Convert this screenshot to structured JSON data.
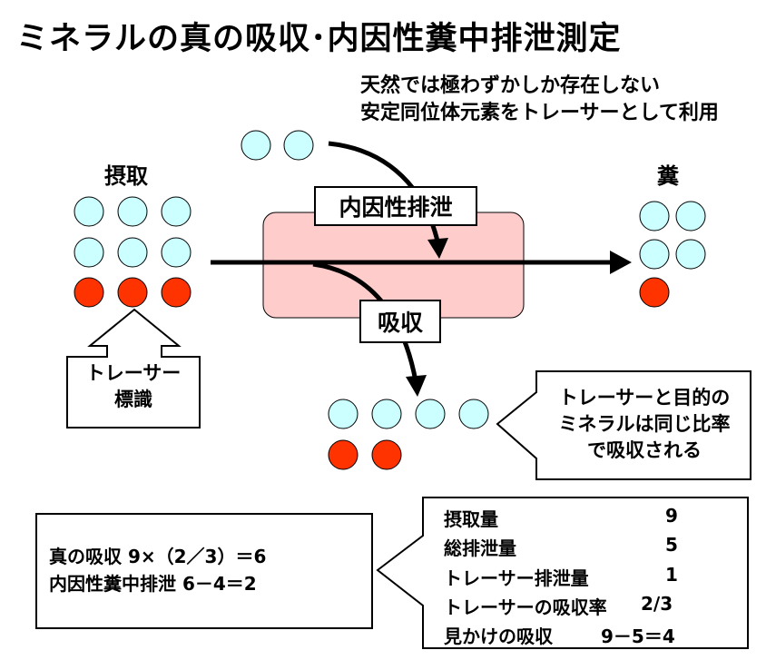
{
  "title": "ミネラルの真の吸収･内因性糞中排泄測定",
  "note": {
    "line1": "天然では極わずかしか存在しない",
    "line2": "安定同位体元素をトレーサーとして利用"
  },
  "labels": {
    "intake": "摂取",
    "feces": "糞",
    "endogenous_excretion": "内因性排泄",
    "absorption": "吸収"
  },
  "tracer_callout": {
    "line1": "トレーサー",
    "line2": "標識"
  },
  "ratio_callout": {
    "line1": "トレーサーと目的の",
    "line2": "ミネラルは同じ比率",
    "line3": "で吸収される"
  },
  "results": {
    "line1": "真の吸収  9×（2／3）＝6",
    "line2": "内因性糞中排泄  6－4＝2"
  },
  "table": [
    {
      "label": "摂取量",
      "value": "9"
    },
    {
      "label": "総排泄量",
      "value": "5"
    },
    {
      "label": "トレーサー排泄量",
      "value": "1"
    },
    {
      "label": "トレーサーの吸収率",
      "value": "2/3"
    },
    {
      "label": "見かけの吸収",
      "value": "9－5＝4"
    }
  ],
  "colors": {
    "mineral": "#CCFFFF",
    "tracer": "#FF3300",
    "gut": "#FFCCCC"
  }
}
